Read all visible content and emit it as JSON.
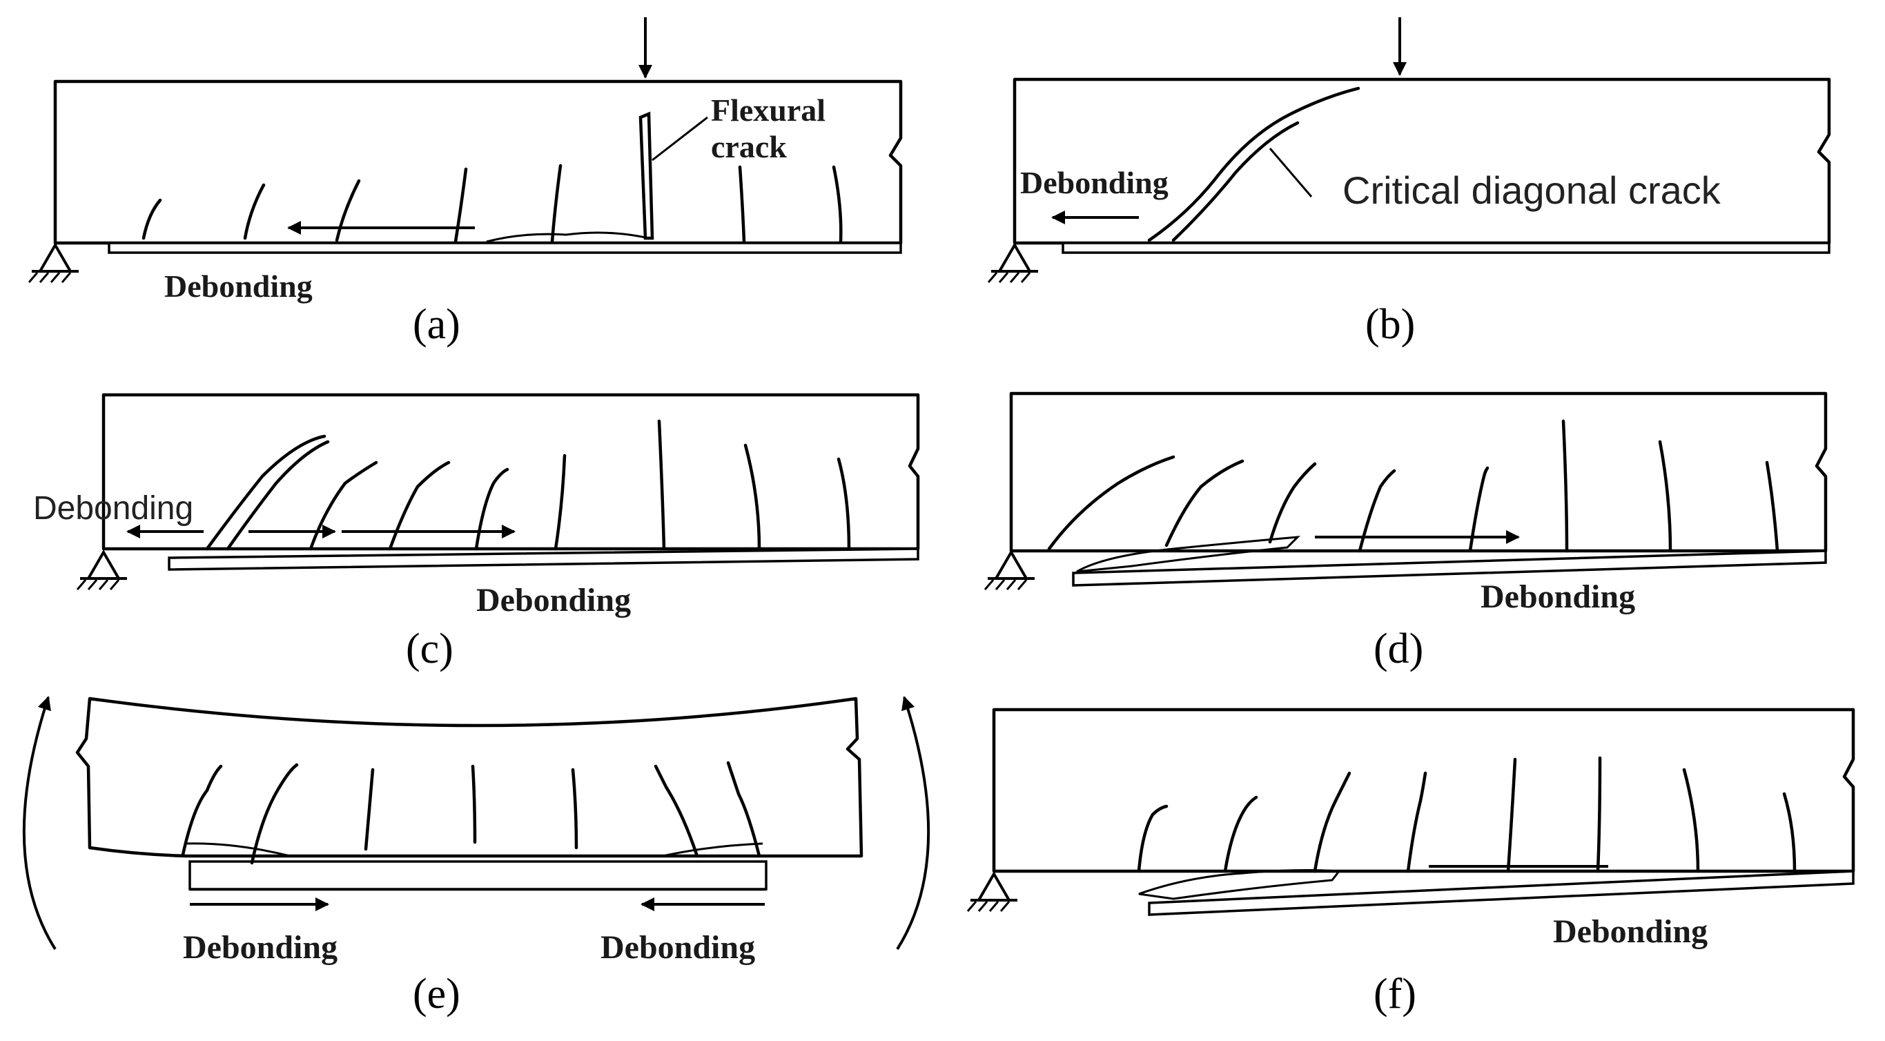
{
  "panels": [
    {
      "id": "a",
      "caption": "(a)",
      "labels": {
        "crack_line1": "Flexural",
        "crack_line2": "crack",
        "debonding": "Debonding"
      }
    },
    {
      "id": "b",
      "caption": "(b)",
      "labels": {
        "debonding": "Debonding",
        "crack": "Critical diagonal crack"
      }
    },
    {
      "id": "c",
      "caption": "(c)",
      "labels": {
        "debonding_left": "Debonding",
        "debonding_bottom": "Debonding"
      }
    },
    {
      "id": "d",
      "caption": "(d)",
      "labels": {
        "debonding": "Debonding"
      }
    },
    {
      "id": "e",
      "caption": "(e)",
      "labels": {
        "debonding_left": "Debonding",
        "debonding_right": "Debonding"
      }
    },
    {
      "id": "f",
      "caption": "(f)",
      "labels": {
        "debonding": "Debonding"
      }
    }
  ]
}
